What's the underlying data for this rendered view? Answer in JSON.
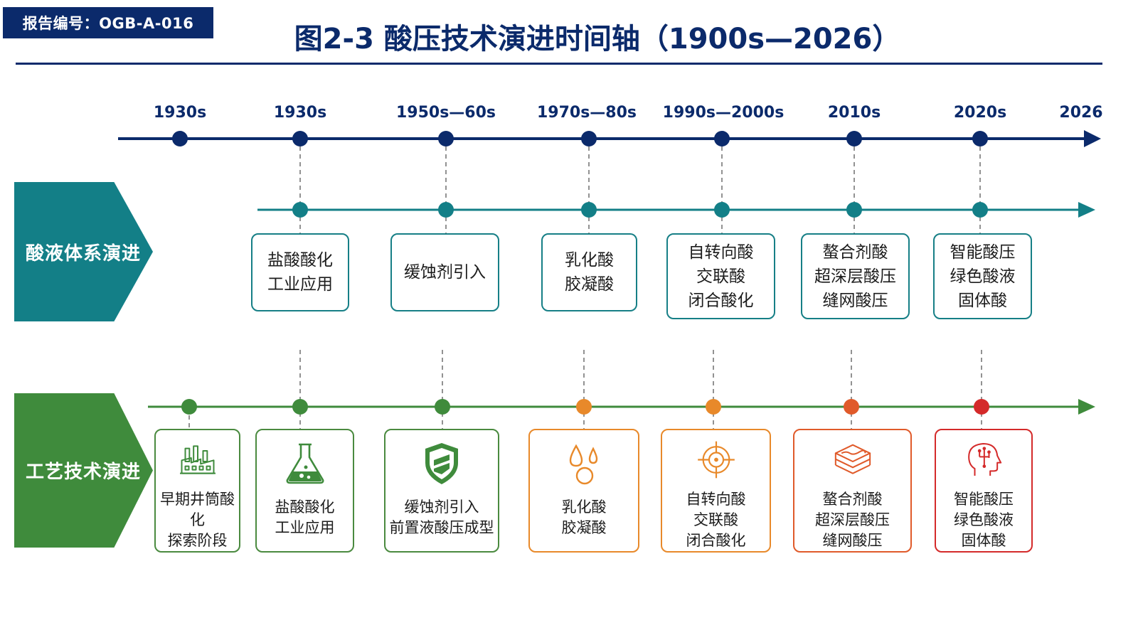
{
  "report_id": "报告编号：OGB-A-016",
  "title": "图2-3  酸压技术演进时间轴（1900s—2026）",
  "colors": {
    "navy": "#0b2a6b",
    "teal": "#137f87",
    "green": "#3f8b3c",
    "orange": "#e8892a",
    "deep_orange": "#e05a2a",
    "red": "#d42a2a"
  },
  "timeline": {
    "periods": [
      "1930s",
      "1930s",
      "1950s—60s",
      "1970s—80s",
      "1990s—2000s",
      "2010s",
      "2020s",
      "2026"
    ]
  },
  "acid_system": {
    "label": "酸液体系演进",
    "items": [
      {
        "text": "盐酸酸化\n工业应用"
      },
      {
        "text": "缓蚀剂引入"
      },
      {
        "text": "乳化酸\n胶凝酸"
      },
      {
        "text": "自转向酸\n交联酸\n闭合酸化"
      },
      {
        "text": "螯合剂酸\n超深层酸压\n缝网酸压"
      },
      {
        "text": "智能酸压\n绿色酸液\n固体酸"
      }
    ]
  },
  "process_tech": {
    "label": "工艺技术演进",
    "items": [
      {
        "text": "早期井筒酸化\n探索阶段",
        "icon": "factory-icon",
        "color": "#3f8b3c"
      },
      {
        "text": "盐酸酸化\n工业应用",
        "icon": "flask-icon",
        "color": "#3f8b3c"
      },
      {
        "text": "缓蚀剂引入\n前置液酸压成型",
        "icon": "shield-icon",
        "color": "#3f8b3c"
      },
      {
        "text": "乳化酸\n胶凝酸",
        "icon": "droplets-icon",
        "color": "#e8892a"
      },
      {
        "text": "自转向酸\n交联酸\n闭合酸化",
        "icon": "target-icon",
        "color": "#e8892a"
      },
      {
        "text": "螯合剂酸\n超深层酸压\n缝网酸压",
        "icon": "rock-layers-icon",
        "color": "#e05a2a"
      },
      {
        "text": "智能酸压\n绿色酸液\n固体酸",
        "icon": "ai-head-icon",
        "color": "#d42a2a"
      }
    ]
  }
}
